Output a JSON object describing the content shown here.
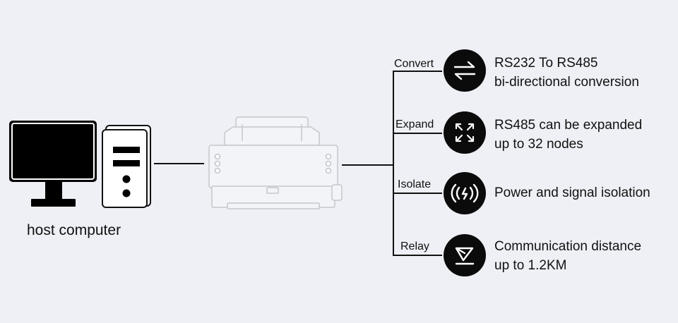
{
  "host": {
    "label": "host computer"
  },
  "branches": [
    {
      "label": "Convert",
      "icon": "bidirectional-arrows-icon",
      "lines": [
        "RS232 To RS485",
        "bi-directional conversion"
      ]
    },
    {
      "label": "Expand",
      "icon": "expand-arrows-icon",
      "lines": [
        "RS485 can be expanded",
        "up to 32 nodes"
      ]
    },
    {
      "label": "Isolate",
      "icon": "signal-isolation-icon",
      "lines": [
        "Power and signal isolation"
      ]
    },
    {
      "label": "Relay",
      "icon": "send-relay-icon",
      "lines": [
        "Communication distance",
        "up to 1.2KM"
      ]
    }
  ],
  "colors": {
    "background": "#eef0f5",
    "ink": "#111111",
    "badge": "#0b0b0b",
    "device_outline": "#c9ccd2"
  }
}
